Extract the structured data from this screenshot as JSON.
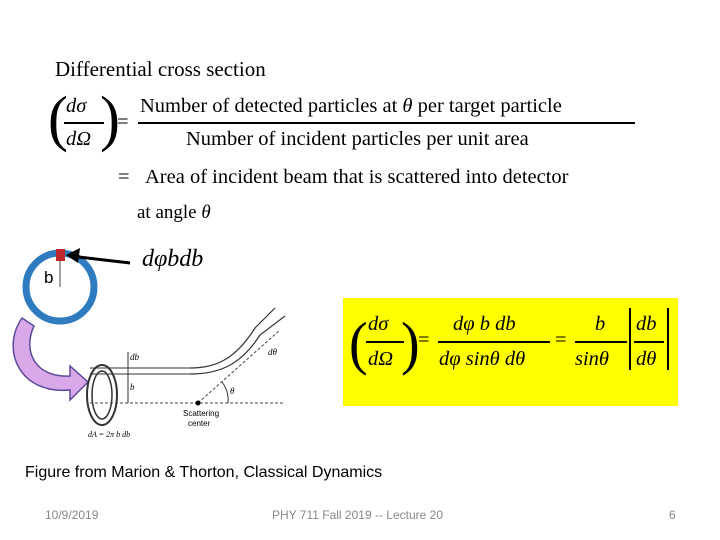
{
  "slide": {
    "title": "Differential cross section",
    "eq1": {
      "lhs_num": "dσ",
      "lhs_den": "dΩ",
      "equals": "=",
      "rhs_num_a": "Number of detected particles at ",
      "rhs_num_theta": "θ",
      "rhs_num_b": " per target particle",
      "rhs_den": "Number of incident particles per unit area"
    },
    "eq2": {
      "equals": "=",
      "line1": "Area of incident beam that is scattered into detector",
      "line2_a": "at angle ",
      "line2_theta": "θ"
    },
    "element_label": "dφbdb",
    "ring_label": "b",
    "boxed_eq": {
      "lhs_num": "dσ",
      "lhs_den": "dΩ",
      "mid_num": "dφ b db",
      "mid_den": "dφ sinθ dθ",
      "rhs_num": "b",
      "rhs_den": "sinθ",
      "abs_num": "db",
      "abs_den": "dθ"
    },
    "figure_labels": {
      "db": "db",
      "b": "b",
      "dtheta": "dθ",
      "theta": "θ",
      "scattering_center": "Scattering\ncenter",
      "area": "dA = 2π b db"
    },
    "caption": "Figure from Marion & Thorton, Classical Dynamics"
  },
  "footer": {
    "date": "10/9/2019",
    "course": "PHY 711  Fall 2019 -- Lecture 20",
    "page": "6"
  },
  "colors": {
    "ring_blue": "#2e7bbf",
    "highlight_yellow": "#ffff00",
    "arrow_pink": "#d9a8e8",
    "marker_red": "#c0282d"
  }
}
